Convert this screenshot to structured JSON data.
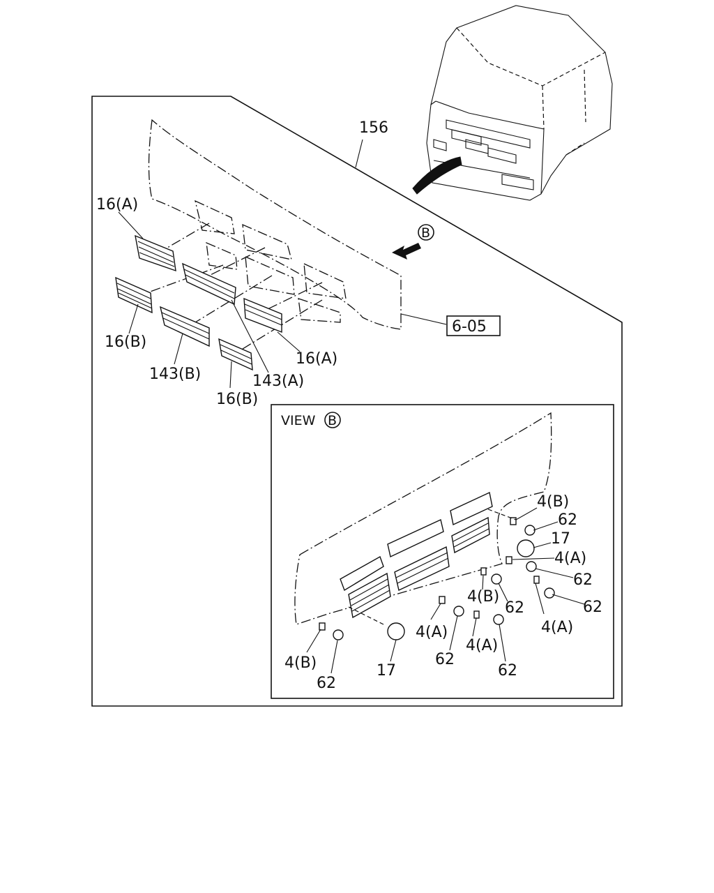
{
  "diagram": {
    "labels": {
      "l156": "156",
      "l16a_top": "16(A)",
      "lB": "B",
      "l16b_left": "16(B)",
      "l605": "6-05",
      "l16a_right": "16(A)",
      "l143b": "143(B)",
      "l143a": "143(A)",
      "l16b_bottom": "16(B)"
    },
    "view": {
      "title": "VIEW",
      "title_mark": "B",
      "labels": {
        "v4b_1": "4(B)",
        "v62_1": "62",
        "v17_1": "17",
        "v4a_1": "4(A)",
        "v62_2": "62",
        "v62_3": "62",
        "v4b_2": "4(B)",
        "v62_4": "62",
        "v4a_2": "4(A)",
        "v4a_3": "4(A)",
        "v62_5": "62",
        "v4a_4": "4(A)",
        "v62_6": "62",
        "v4b_3": "4(B)",
        "v62_7": "62",
        "v17_2": "17"
      }
    }
  }
}
